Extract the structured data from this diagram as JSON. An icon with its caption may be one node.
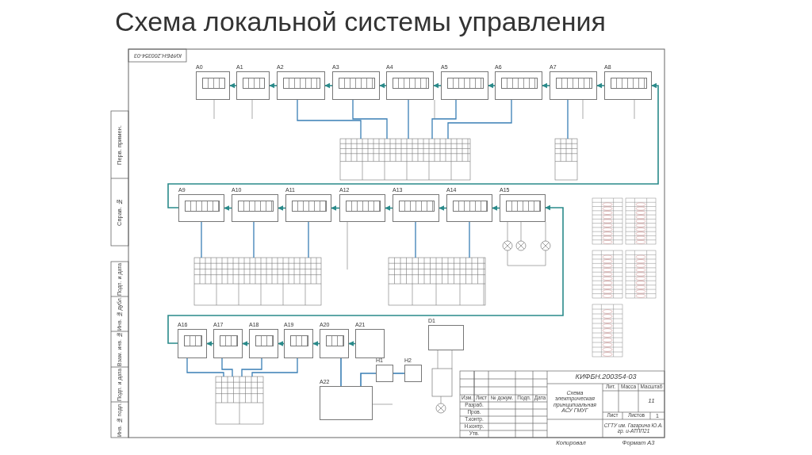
{
  "diagram": {
    "title": "Схема локальной системы управления",
    "nodes": [
      {
        "text": [
          "A0"
        ]
      },
      {
        "text": [
          "A1"
        ]
      },
      {
        "text": [
          "A2"
        ]
      },
      {
        "text": [
          "A3"
        ]
      },
      {
        "text": [
          "A4"
        ]
      },
      {
        "text": [
          "A5"
        ]
      },
      {
        "text": [
          "A6"
        ]
      },
      {
        "text": [
          "A7"
        ]
      },
      {
        "text": [
          "A8"
        ]
      },
      {
        "text": [
          "A9"
        ]
      },
      {
        "text": [
          "A10"
        ]
      },
      {
        "text": [
          "A11"
        ]
      },
      {
        "text": [
          "A12"
        ]
      },
      {
        "text": [
          "A13"
        ]
      },
      {
        "text": [
          "A14"
        ]
      },
      {
        "text": [
          "A15"
        ]
      },
      {
        "text": [
          "A16"
        ]
      },
      {
        "text": [
          "A17"
        ]
      },
      {
        "text": [
          "A18"
        ]
      },
      {
        "text": [
          "A19"
        ]
      },
      {
        "text": [
          "A20"
        ]
      },
      {
        "text": [
          "A21"
        ]
      },
      {
        "text": [
          "H1"
        ]
      },
      {
        "text": [
          "H2"
        ]
      },
      {
        "text": [
          "A22"
        ]
      },
      {
        "text": [
          "D1"
        ]
      }
    ],
    "edges": [
      {
        "from": 1,
        "to": 0,
        "arrow": "to"
      },
      {
        "from": 2,
        "to": 1,
        "arrow": "to"
      },
      {
        "from": 3,
        "to": 2,
        "arrow": "to"
      },
      {
        "from": 4,
        "to": 3,
        "arrow": "to"
      },
      {
        "from": 5,
        "to": 4,
        "arrow": "to"
      },
      {
        "from": 6,
        "to": 5,
        "arrow": "to"
      },
      {
        "from": 7,
        "to": 6,
        "arrow": "to"
      },
      {
        "from": 8,
        "to": 7,
        "arrow": "to"
      },
      {
        "from": 9,
        "to": 8,
        "arrow": "to"
      },
      {
        "from": 10,
        "to": 9,
        "arrow": "to"
      },
      {
        "from": 11,
        "to": 10,
        "arrow": "to"
      },
      {
        "from": 12,
        "to": 11,
        "arrow": "to"
      },
      {
        "from": 13,
        "to": 12,
        "arrow": "to"
      },
      {
        "from": 14,
        "to": 13,
        "arrow": "to"
      },
      {
        "from": 15,
        "to": 14,
        "arrow": "to"
      },
      {
        "from": 16,
        "to": 15,
        "arrow": "to"
      },
      {
        "from": 17,
        "to": 16,
        "arrow": "to"
      },
      {
        "from": 18,
        "to": 17,
        "arrow": "to"
      },
      {
        "from": 19,
        "to": 18,
        "arrow": "to"
      },
      {
        "from": 20,
        "to": 19,
        "arrow": "to"
      },
      {
        "from": 21,
        "to": 20,
        "arrow": "to"
      },
      {
        "from": 22,
        "to": 23,
        "arrow": "none",
        "color": "#3a7fb5"
      },
      {
        "from": 20,
        "to": 24,
        "arrow": "none",
        "color": "#3a7fb5"
      },
      {
        "from": 22,
        "to": 24,
        "arrow": "none",
        "color": "#3a7fb5"
      }
    ],
    "labels": [
      "КИФБН.200354-03",
      "Перв. примен.",
      "Справ. №",
      "Подп. и дата",
      "Инв. № дубл.",
      "Взам. инв. №",
      "Подп. и дата",
      "Инв. № подл.",
      "Изм.",
      "Лист",
      "№ докум.",
      "Подп.",
      "Дата",
      "Разраб.",
      "Пров.",
      "Т.контр.",
      "Н.контр.",
      "Утв.",
      "КИФБН.200354-03",
      "Схема электрическая принципиальная АСУ ГМУГ",
      "Лит.",
      "Масса",
      "Масштаб",
      "11",
      "Лист",
      "Листов",
      "1",
      "СГТУ им. Гагарина Ю.А. гр. и-АТПП21",
      "Копировал",
      "Формат А3"
    ]
  }
}
